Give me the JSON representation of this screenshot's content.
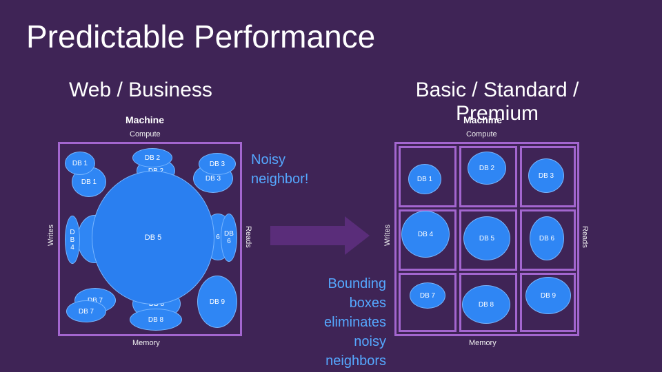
{
  "slide": {
    "title": "Predictable Performance",
    "colors": {
      "background": "#3f2456",
      "frame": "#a366cf",
      "db": "#2f86f4",
      "callout": "#55a8ff",
      "arrow": "#5a2d7a"
    }
  },
  "left": {
    "heading": "Web / Business",
    "machine": "Machine",
    "compute": "Compute",
    "memory": "Memory",
    "writes": "Writes",
    "reads": "Reads",
    "dbs": {
      "db1a": "DB 1",
      "db1b": "DB 1",
      "db2a": "DB 2",
      "db2b": "DB 2",
      "db3a": "DB 3",
      "db3b": "DB 3",
      "db4a": "DB 4",
      "db4b": "D",
      "db5": "DB 5",
      "db6a": "6",
      "db6b": "DB 6",
      "db7a": "DB 7",
      "db7b": "DB 7",
      "db8a": "DB 8",
      "db8b": "DB 8",
      "db9": "DB 9"
    },
    "callout": "Noisy neighbor!"
  },
  "right": {
    "heading": "Basic / Standard / Premium",
    "machine": "Machine",
    "compute": "Compute",
    "memory": "Memory",
    "writes": "Writes",
    "reads": "Reads",
    "dbs": {
      "db1": "DB 1",
      "db2": "DB 2",
      "db3": "DB 3",
      "db4": "DB 4",
      "db5": "DB 5",
      "db6": "DB 6",
      "db7": "DB 7",
      "db8": "DB 8",
      "db9": "DB 9"
    },
    "callout": "Bounding boxes eliminates noisy neighbors"
  }
}
